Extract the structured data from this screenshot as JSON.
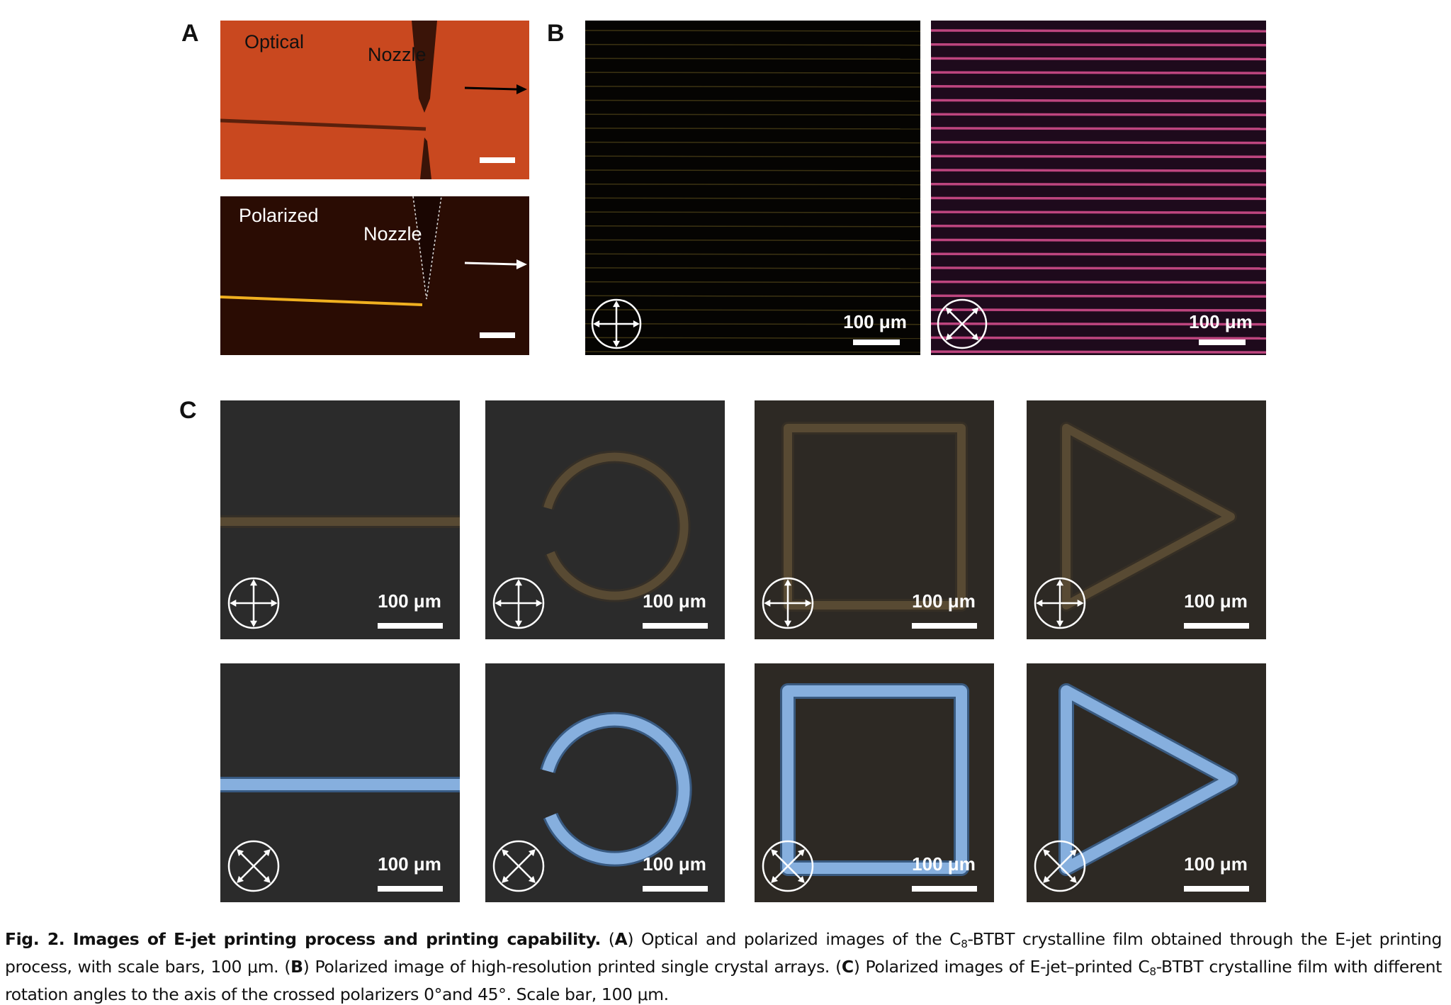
{
  "figure": {
    "panel_labels": {
      "a": "A",
      "b": "B",
      "c": "C"
    },
    "panel_a": {
      "top_label": "Optical",
      "top_nozzle_label": "Nozzle",
      "bottom_label": "Polarized",
      "bottom_nozzle_label": "Nozzle",
      "background_optical": "#c9481f",
      "background_polarized": "#2a0c03"
    },
    "panel_b": [
      {
        "polarizer": "cross-0deg-icon",
        "scale_text": "100 μm",
        "line_color": "#6a5a20"
      },
      {
        "polarizer": "cross-45deg-icon",
        "scale_text": "100 μm",
        "line_color": "#d04c8a"
      }
    ],
    "panel_c": {
      "rows": [
        {
          "angle": "0°",
          "polarizer": "cross-0deg-icon",
          "items": [
            {
              "shape": "line",
              "scale_text": "100 μm"
            },
            {
              "shape": "circle",
              "scale_text": "100 μm"
            },
            {
              "shape": "square",
              "scale_text": "100 μm"
            },
            {
              "shape": "triangle",
              "scale_text": "100 μm"
            }
          ]
        },
        {
          "angle": "45°",
          "polarizer": "cross-45deg-icon",
          "items": [
            {
              "shape": "line",
              "scale_text": "100 μm"
            },
            {
              "shape": "circle",
              "scale_text": "100 μm"
            },
            {
              "shape": "square",
              "scale_text": "100 μm"
            },
            {
              "shape": "triangle",
              "scale_text": "100 μm"
            }
          ]
        }
      ]
    },
    "caption": {
      "title": "Fig. 2. Images of E-jet printing process and printing capability.",
      "a_label": "A",
      "a_text_1": " Optical and polarized images of the C",
      "a_sub": "8",
      "a_text_2": "-BTBT crystalline film obtained through the E-jet printing process, with scale bars, 100 μm. (",
      "b_label": "B",
      "b_text": ") Polarized image of high-resolution printed single crystal arrays. (",
      "c_label": "C",
      "c_text_1": ") Polarized images of E-jet–printed C",
      "c_sub": "8",
      "c_text_2": "-BTBT crystalline film with different rotation angles to the axis of the crossed polarizers 0°and 45°. Scale bar, 100 μm."
    }
  }
}
